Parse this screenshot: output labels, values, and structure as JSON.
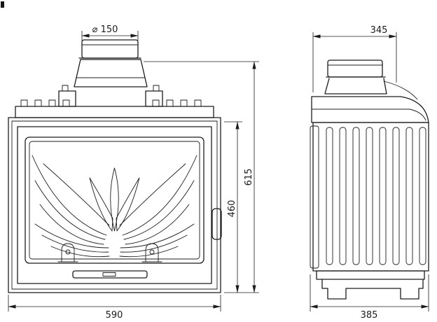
{
  "colors": {
    "background": "#ffffff",
    "line": "#1c1c1c"
  },
  "dimensions": {
    "flue_diameter": "⌀ 150",
    "total_height": "615",
    "body_height": "460",
    "front_width": "590",
    "top_depth": "345",
    "bottom_depth": "385"
  }
}
